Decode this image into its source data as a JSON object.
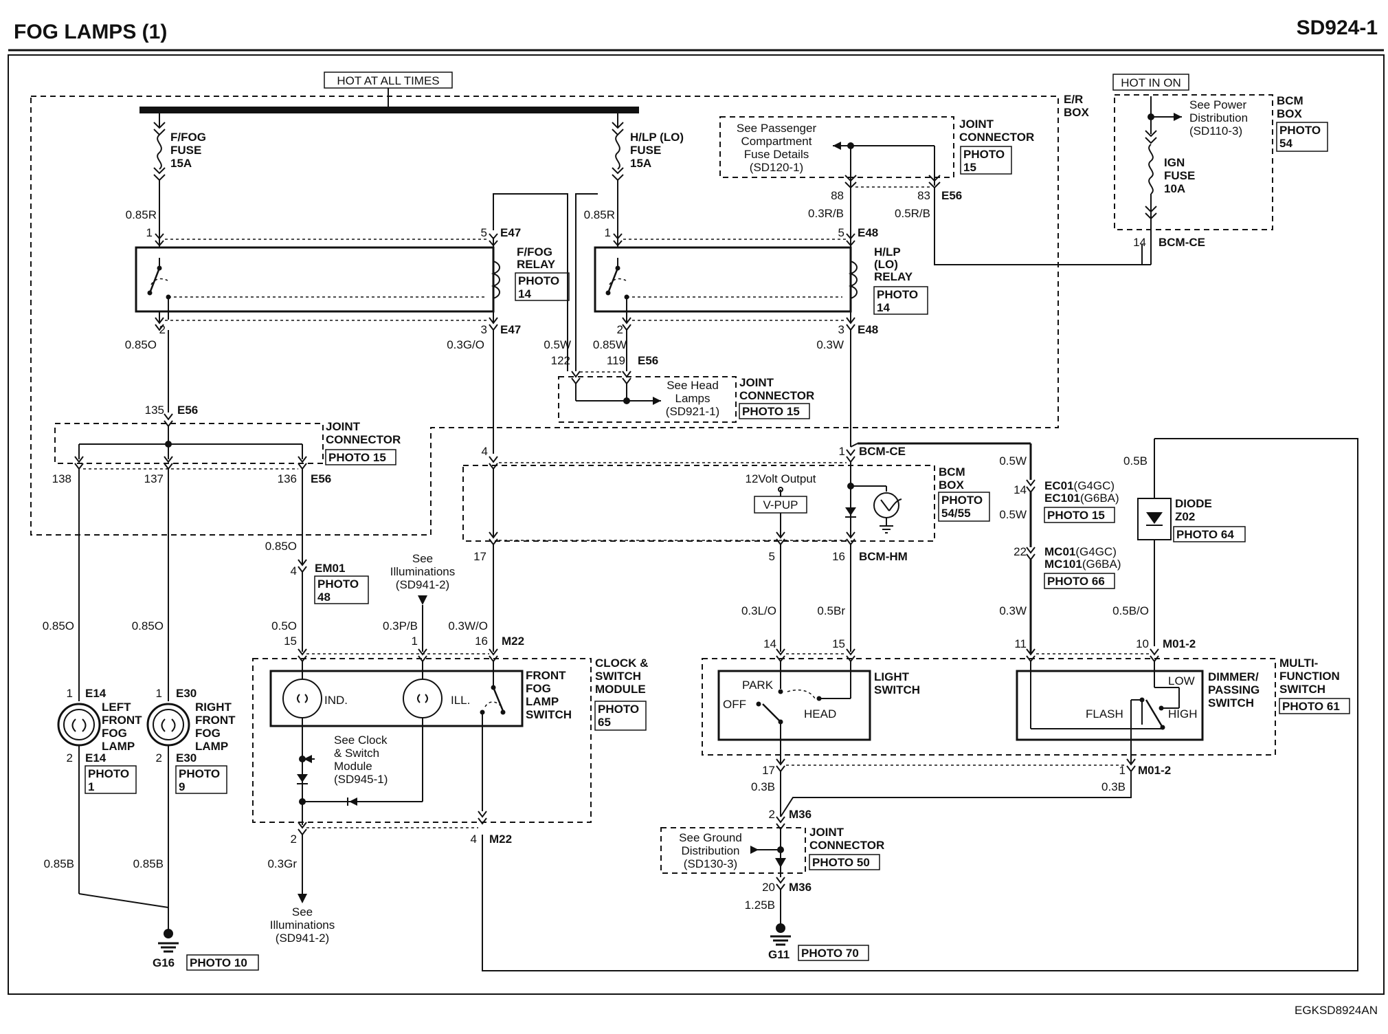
{
  "header": {
    "title": "FOG LAMPS (1)",
    "code": "SD924-1"
  },
  "footer": {
    "doc_id": "EGKSD8924AN"
  },
  "hot_tags": {
    "all_times": "HOT AT ALL TIMES",
    "in_on": "HOT IN ON"
  },
  "er_box": {
    "label": [
      "E/R",
      "BOX"
    ]
  },
  "fuses": {
    "ffog": {
      "label": [
        "F/FOG",
        "FUSE",
        "15A"
      ]
    },
    "hlp": {
      "label": [
        "H/LP (LO)",
        "FUSE",
        "15A"
      ]
    },
    "ign": {
      "label": [
        "IGN",
        "FUSE",
        "10A"
      ]
    }
  },
  "relays": {
    "ffog": {
      "label": [
        "F/FOG",
        "RELAY"
      ],
      "photo": [
        "PHOTO",
        "14"
      ],
      "conn": "E47",
      "pins": {
        "p1": "1",
        "p5": "5",
        "p2": "2",
        "p3": "3"
      }
    },
    "hlp": {
      "label": [
        "H/LP",
        "(LO)",
        "RELAY"
      ],
      "photo": [
        "PHOTO",
        "14"
      ],
      "conn": "E48",
      "pins": {
        "p1": "1",
        "p5": "5",
        "p2": "2",
        "p3": "3"
      }
    }
  },
  "passenger_ref": {
    "text": [
      "See Passenger",
      "Compartment",
      "Fuse Details",
      "(SD120-1)"
    ]
  },
  "joint_top": {
    "label": [
      "JOINT",
      "CONNECTOR"
    ],
    "photo": [
      "PHOTO",
      "15"
    ]
  },
  "bcm_top": {
    "ref": [
      "See Power",
      "Distribution",
      "(SD110-3)"
    ],
    "label": [
      "BCM",
      "BOX"
    ],
    "photo": [
      "PHOTO",
      "54"
    ],
    "pin": "14",
    "conn": "BCM-CE"
  },
  "headlamp_ref": {
    "text": [
      "See Head",
      "Lamps",
      "(SD921-1)"
    ],
    "label": [
      "JOINT",
      "CONNECTOR"
    ],
    "photo": "PHOTO 15",
    "pin_a": "122",
    "pin_b": "119",
    "conn": "E56"
  },
  "joint_mid": {
    "label": [
      "JOINT",
      "CONNECTOR"
    ],
    "photo": "PHOTO 15",
    "pin_top": "135",
    "conn": "E56",
    "pins": [
      "138",
      "137",
      "136"
    ]
  },
  "bcm_mid": {
    "label": [
      "BCM",
      "BOX"
    ],
    "photo": [
      "PHOTO",
      "54/55"
    ],
    "vout": "12Volt Output",
    "vpup": "V-PUP",
    "pin_top": "1",
    "conn_top": "BCM-CE",
    "pin_a": "4",
    "pin_b": "17",
    "pin_c": "5",
    "pin_d": "16",
    "conn_bot": "BCM-HM"
  },
  "em01": {
    "pin": "4",
    "conn": "EM01",
    "photo": [
      "PHOTO",
      "48"
    ]
  },
  "illum_ref_top": {
    "text": [
      "See",
      "Illuminations",
      "(SD941-2)"
    ]
  },
  "clock_module": {
    "label": [
      "CLOCK &",
      "SWITCH",
      "MODULE"
    ],
    "photo": [
      "PHOTO",
      "65"
    ],
    "switch_label": [
      "FRONT",
      "FOG",
      "LAMP",
      "SWITCH"
    ],
    "ind": "IND.",
    "ill": "ILL.",
    "pin15": "15",
    "pin1": "1",
    "pin16": "16",
    "conn": "M22",
    "ref": [
      "See Clock",
      "& Switch",
      "Module",
      "(SD945-1)"
    ],
    "pin2": "2",
    "pin4": "4"
  },
  "illum_ref_bot": {
    "text": [
      "See",
      "Illuminations",
      "(SD941-2)"
    ]
  },
  "lamps": {
    "left": {
      "label": [
        "LEFT",
        "FRONT",
        "FOG",
        "LAMP"
      ],
      "conn": "E14",
      "pin_a": "1",
      "pin_b": "2",
      "photo": [
        "PHOTO",
        "1"
      ]
    },
    "right": {
      "label": [
        "RIGHT",
        "FRONT",
        "FOG",
        "LAMP"
      ],
      "conn": "E30",
      "pin_a": "1",
      "pin_b": "2",
      "photo": [
        "PHOTO",
        "9"
      ]
    }
  },
  "grounds": {
    "g16": {
      "name": "G16",
      "photo": "PHOTO 10"
    },
    "g11": {
      "name": "G11",
      "photo": "PHOTO 70"
    }
  },
  "ec01": {
    "pin": "14",
    "l1": "EC01",
    "l1b": "(G4GC)",
    "l2": "EC101",
    "l2b": "(G6BA)",
    "photo": "PHOTO 15"
  },
  "mc01": {
    "pin": "22",
    "l1": "MC01",
    "l1b": "(G4GC)",
    "l2": "MC101",
    "l2b": "(G6BA)",
    "photo": "PHOTO 66"
  },
  "diode": {
    "label": [
      "DIODE",
      "Z02"
    ],
    "photo": "PHOTO 64"
  },
  "light_switch": {
    "label": [
      "LIGHT",
      "SWITCH"
    ],
    "park": "PARK",
    "off": "OFF",
    "head": "HEAD",
    "pin14": "14",
    "pin15": "15",
    "pin17": "17"
  },
  "dimmer": {
    "label": [
      "DIMMER/",
      "PASSING",
      "SWITCH"
    ],
    "low": "LOW",
    "flash": "FLASH",
    "high": "HIGH",
    "pin11": "11",
    "pin10": "10",
    "conn": "M01-2",
    "pin1": "1",
    "conn_b": "M01-2"
  },
  "multi_function": {
    "label": [
      "MULTI-",
      "FUNCTION",
      "SWITCH"
    ],
    "photo": "PHOTO 61"
  },
  "ground_joint": {
    "ref": [
      "See Ground",
      "Distribution",
      "(SD130-3)"
    ],
    "label": [
      "JOINT",
      "CONNECTOR"
    ],
    "photo": "PHOTO 50",
    "pin2": "2",
    "pin20": "20",
    "conn": "M36"
  },
  "wires": {
    "w_085R_a": "0.85R",
    "w_085R_b": "0.85R",
    "w_03RB": "0.3R/B",
    "w_05RB": "0.5R/B",
    "pin88": "88",
    "pin83": "83",
    "conn_e56": "E56",
    "w_085O_a": "0.85O",
    "w_03GO": "0.3G/O",
    "w_05W_a": "0.5W",
    "w_085W": "0.85W",
    "w_03W_a": "0.3W",
    "w_05W_b": "0.5W",
    "w_05W_c": "0.5W",
    "w_05B": "0.5B",
    "w_085O_b": "0.85O",
    "w_05O": "0.5O",
    "w_03PB": "0.3P/B",
    "w_03WO": "0.3W/O",
    "w_085O_l": "0.85O",
    "w_085O_r": "0.85O",
    "w_03LO": "0.3L/O",
    "w_05Br": "0.5Br",
    "w_03W_b": "0.3W",
    "w_05BO": "0.5B/O",
    "w_03B_a": "0.3B",
    "w_03B_b": "0.3B",
    "w_125B": "1.25B",
    "w_085B_l": "0.85B",
    "w_085B_r": "0.85B",
    "w_03Gr": "0.3Gr"
  }
}
